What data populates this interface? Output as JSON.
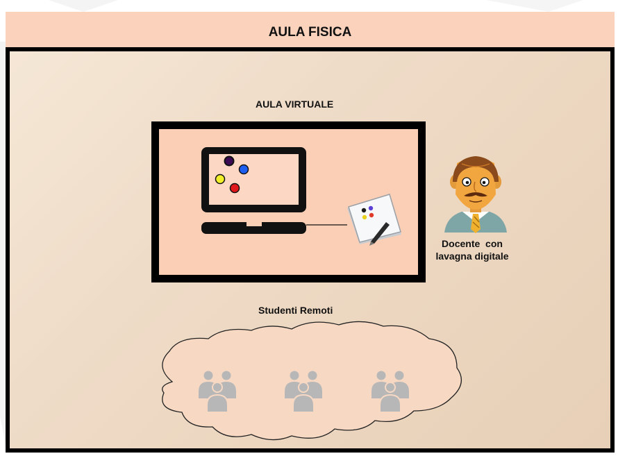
{
  "header": {
    "title": "AULA FISICA"
  },
  "virtual_classroom": {
    "title": "AULA VIRTUALE"
  },
  "teacher": {
    "label_line1": "Docente  con",
    "label_line2": "lavagna digitale"
  },
  "remote_students": {
    "title": "Studenti Remoti"
  },
  "colors": {
    "header_fill": "#fbd2bc",
    "classroom_fill": "#efdcc8",
    "virtual_fill": "#fbcfb6",
    "cloud_fill": "#f7d8c3",
    "student_icon": "#b7b7b7",
    "dot_colors": [
      "#3b0a52",
      "#1e5ff0",
      "#f0ef2a",
      "#e0181c"
    ]
  },
  "icons": [
    "laptop-icon",
    "digital-whiteboard-icon",
    "teacher-avatar-icon",
    "student-group-icon"
  ]
}
